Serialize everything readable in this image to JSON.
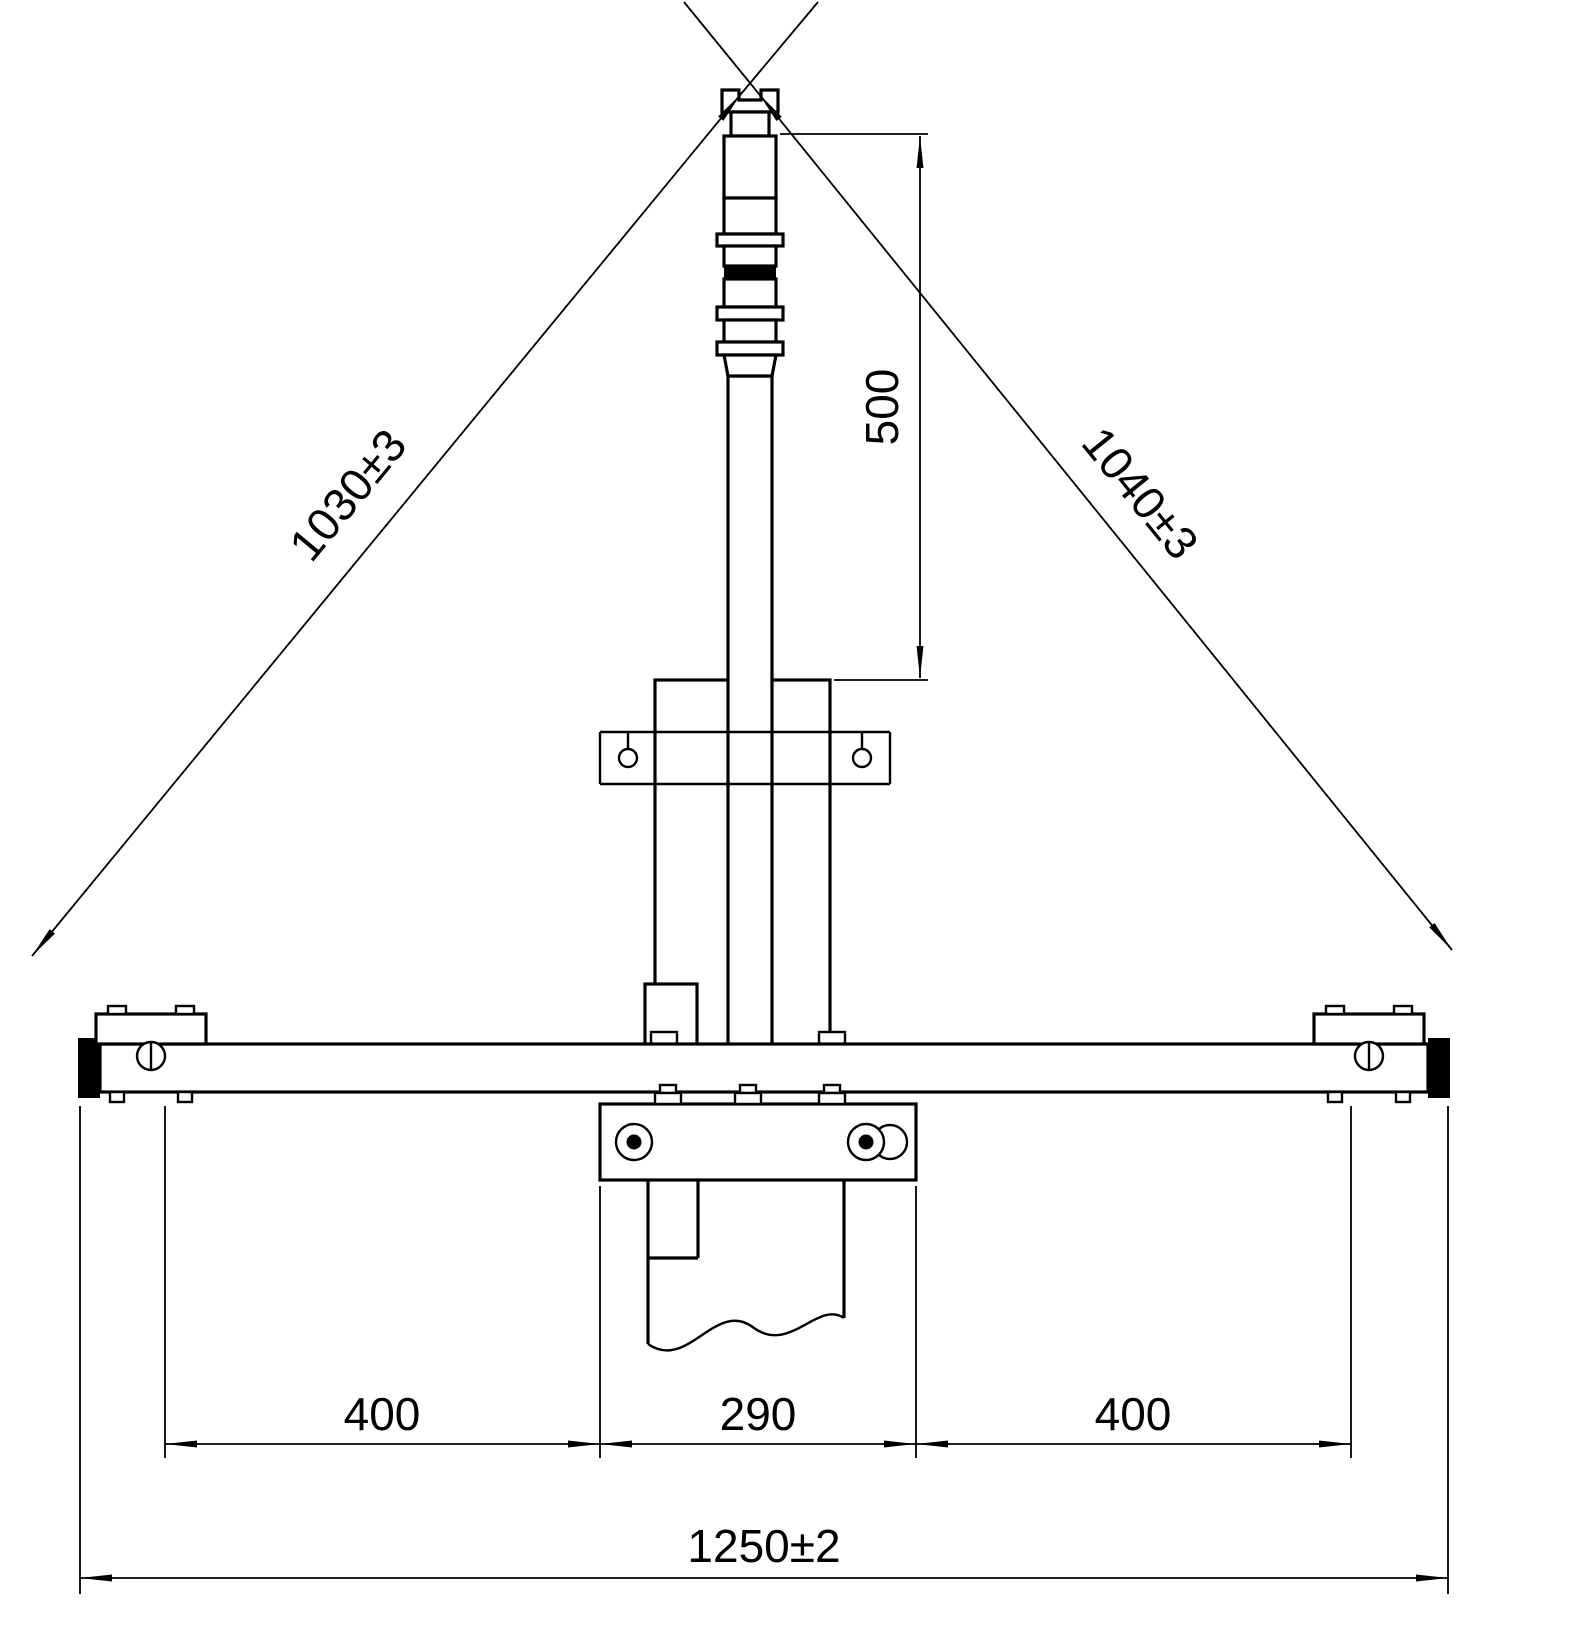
{
  "drawing": {
    "type": "technical-dimension-drawing",
    "background_color": "#ffffff",
    "line_color": "#000000",
    "dimensions": {
      "diagonal_left": "1030±3",
      "diagonal_right": "1040±3",
      "shaft_exposed_length": "500",
      "beam_left_span": "400",
      "center_span": "290",
      "beam_right_span": "400",
      "overall_beam_length": "1250±2"
    }
  }
}
